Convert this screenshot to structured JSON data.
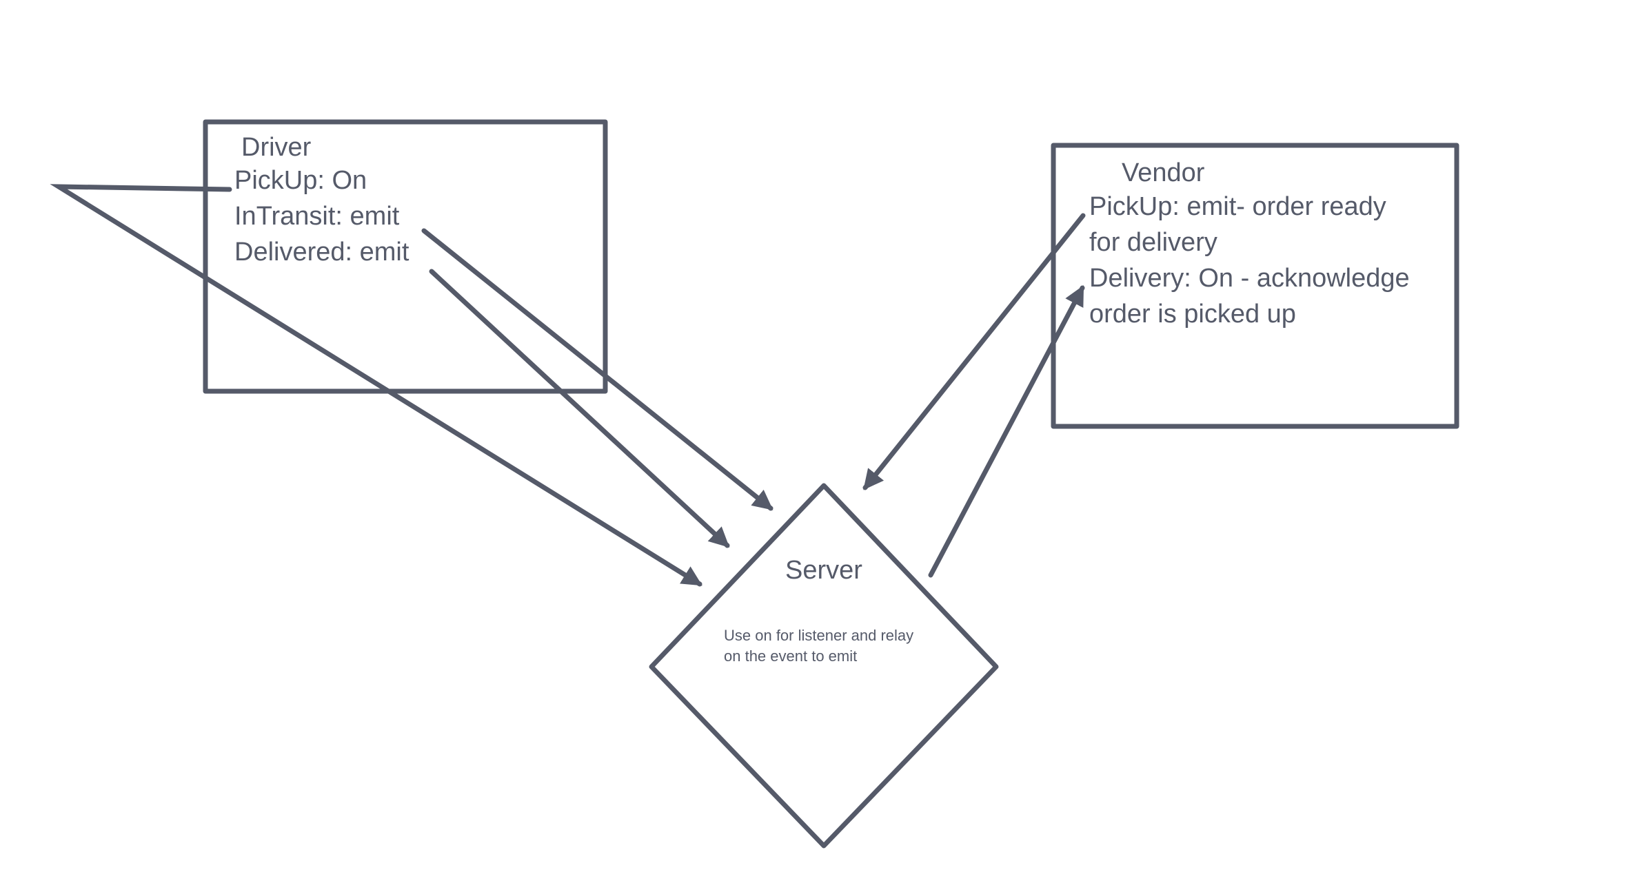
{
  "colors": {
    "stroke": "#555a69",
    "text": "#555a69",
    "background": "#ffffff"
  },
  "driver": {
    "title": "Driver",
    "lines": [
      "PickUp: On",
      "InTransit: emit",
      "Delivered: emit"
    ]
  },
  "vendor": {
    "title": "Vendor",
    "lines": [
      "PickUp: emit- order ready",
      "for delivery",
      "Delivery: On - acknowledge",
      "order is picked up"
    ]
  },
  "server": {
    "title": "Server",
    "lines": [
      "Use on for listener and relay",
      "on the event to emit"
    ]
  }
}
